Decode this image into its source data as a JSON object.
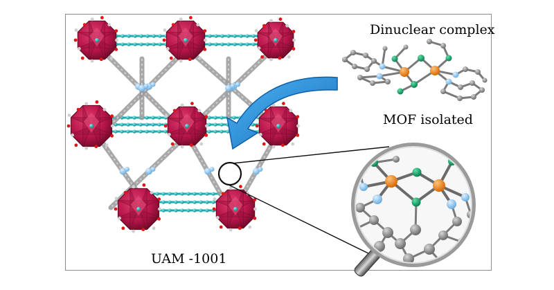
{
  "labels": {
    "dinuclear": "Dinuclear complex",
    "mof_isolated": "MOF isolated",
    "framework": "UAM -1001"
  },
  "colors": {
    "cluster": "#c0194a",
    "cluster_dark": "#7e0e30",
    "oxygen": "#e01515",
    "linker_teal": "#1ab0b3",
    "linker_gray": "#8a8a8a",
    "nitrogen_blue": "#8ec6ee",
    "copper_orange": "#f08a1e",
    "chlorine_green": "#10a56a",
    "arrow_blue": "#1b86d6"
  },
  "icons": {
    "arrow": "curved-arrow-icon",
    "magnifier": "magnifying-glass-icon"
  }
}
